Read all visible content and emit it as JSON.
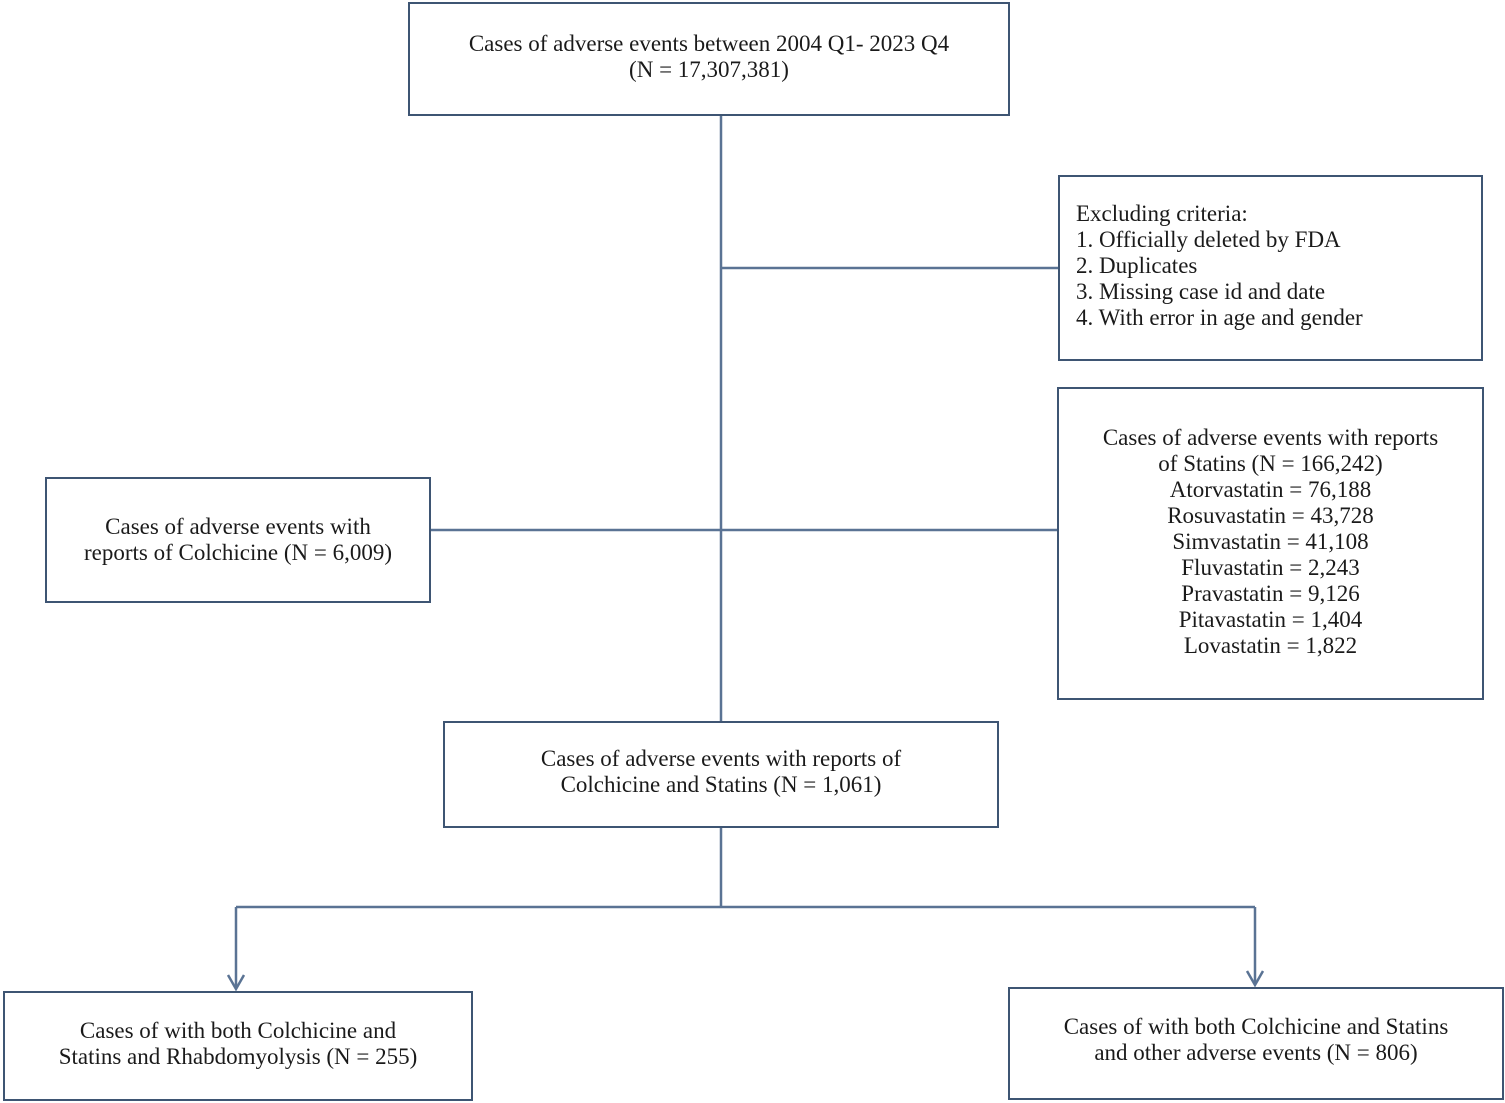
{
  "flowchart": {
    "total": {
      "line1": "Cases of adverse events between 2004 Q1- 2023 Q4",
      "line2": "(N = 17,307,381)"
    },
    "exclusion": {
      "title": "Excluding criteria:",
      "items": [
        "1. Officially deleted by FDA",
        "2. Duplicates",
        "3. Missing case id and date",
        "4. With error in age and gender"
      ]
    },
    "statins": {
      "line1": "Cases of adverse events with reports",
      "line2": "of Statins (N = 166,242)",
      "drugs": [
        "Atorvastatin = 76,188",
        "Rosuvastatin = 43,728",
        "Simvastatin = 41,108",
        "Fluvastatin = 2,243",
        "Pravastatin = 9,126",
        "Pitavastatin = 1,404",
        "Lovastatin = 1,822"
      ]
    },
    "colchicine": {
      "line1": "Cases of adverse events with",
      "line2": "reports of Colchicine (N = 6,009)"
    },
    "combined": {
      "line1": "Cases of adverse events with reports of",
      "line2": "Colchicine and Statins (N = 1,061)"
    },
    "rhabdomyolysis": {
      "line1": "Cases of with both Colchicine and",
      "line2": "Statins and Rhabdomyolysis (N = 255)"
    },
    "other_events": {
      "line1": "Cases of with both Colchicine and Statins",
      "line2": "and other adverse events (N = 806)"
    }
  },
  "colors": {
    "border": "#3e5573",
    "connector": "#5a7394",
    "text": "#1a1a1a"
  }
}
